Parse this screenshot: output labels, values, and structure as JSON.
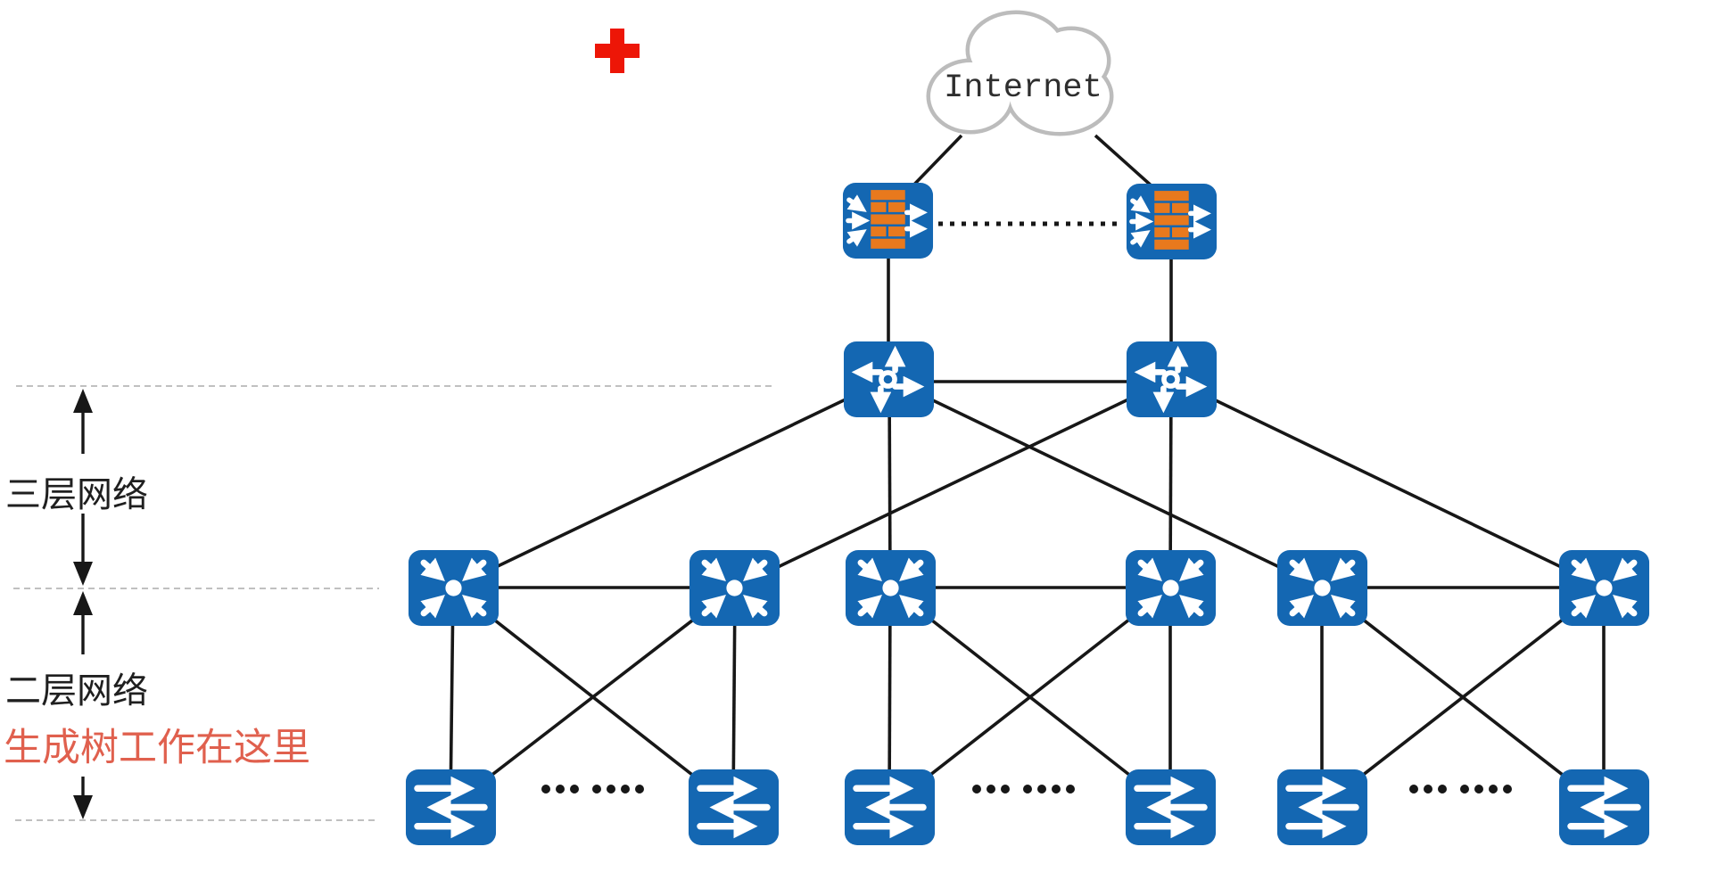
{
  "diagram": {
    "kind": "three-tier-network-topology",
    "cloud_label": "Internet",
    "annotations": {
      "layer3_label": "三层网络",
      "layer2_label": "二层网络",
      "stp_note": "生成树工作在这里"
    },
    "nodes": {
      "internet_cloud": "Internet",
      "firewalls": [
        "firewall-1",
        "firewall-2"
      ],
      "core_routers": [
        "core-router-1",
        "core-router-2"
      ],
      "aggregation_switches": [
        "agg-switch-1",
        "agg-switch-2",
        "agg-switch-3",
        "agg-switch-4",
        "agg-switch-5",
        "agg-switch-6"
      ],
      "access_switches": [
        "access-switch-1",
        "access-switch-2",
        "access-switch-3",
        "access-switch-4",
        "access-switch-5",
        "access-switch-6"
      ],
      "more_switches_ellipsis": "······"
    },
    "links": {
      "solid": [
        [
          "internet-cloud",
          "firewall-1"
        ],
        [
          "internet-cloud",
          "firewall-2"
        ],
        [
          "firewall-1",
          "core-router-1"
        ],
        [
          "firewall-2",
          "core-router-2"
        ],
        [
          "core-router-1",
          "core-router-2"
        ],
        [
          "core-router-1",
          "agg-switch-1"
        ],
        [
          "core-router-1",
          "agg-switch-3"
        ],
        [
          "core-router-1",
          "agg-switch-5"
        ],
        [
          "core-router-2",
          "agg-switch-2"
        ],
        [
          "core-router-2",
          "agg-switch-4"
        ],
        [
          "core-router-2",
          "agg-switch-6"
        ],
        [
          "agg-switch-1",
          "agg-switch-2"
        ],
        [
          "agg-switch-3",
          "agg-switch-4"
        ],
        [
          "agg-switch-5",
          "agg-switch-6"
        ],
        [
          "agg-switch-1",
          "access-switch-1"
        ],
        [
          "agg-switch-1",
          "access-switch-2"
        ],
        [
          "agg-switch-2",
          "access-switch-1"
        ],
        [
          "agg-switch-2",
          "access-switch-2"
        ],
        [
          "agg-switch-3",
          "access-switch-3"
        ],
        [
          "agg-switch-3",
          "access-switch-4"
        ],
        [
          "agg-switch-4",
          "access-switch-3"
        ],
        [
          "agg-switch-4",
          "access-switch-4"
        ],
        [
          "agg-switch-5",
          "access-switch-5"
        ],
        [
          "agg-switch-5",
          "access-switch-6"
        ],
        [
          "agg-switch-6",
          "access-switch-5"
        ],
        [
          "agg-switch-6",
          "access-switch-6"
        ]
      ],
      "dotted": [
        [
          "firewall-1",
          "firewall-2"
        ]
      ]
    },
    "icons": {
      "firewall": "firewall-icon",
      "core_router": "router-icon",
      "aggregation_switch": "l3-switch-icon",
      "access_switch": "l2-switch-icon",
      "cloud": "cloud-icon",
      "top_marker": "red-cross-marker"
    },
    "colors": {
      "node_blue": "#1467b2",
      "brick_orange": "#e8791d",
      "wire_black": "#171717",
      "stp_red": "#e0604e",
      "marker_red": "#ed1607",
      "cloud_gray": "#bcbcbc",
      "separator_gray": "#8f8f8f",
      "text_dark": "#1f1f1f"
    }
  }
}
